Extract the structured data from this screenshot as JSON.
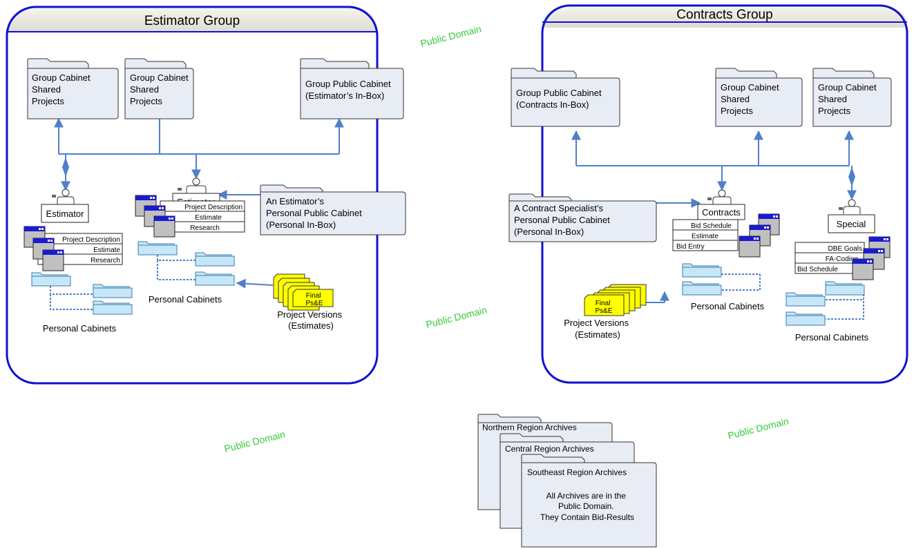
{
  "estimator_group": {
    "title": "Estimator Group",
    "cabinet_1": [
      "Group Cabinet",
      "Shared",
      "Projects"
    ],
    "cabinet_2": [
      "Group Cabinet",
      "Shared",
      "Projects"
    ],
    "public_cabinet": [
      "Group Public Cabinet",
      "(Estimator’s  In-Box)"
    ],
    "person_1": "Estimator",
    "person_2": "Estimator",
    "callout": [
      "An Estimator’s",
      "Personal Public Cabinet",
      "(Personal In-Box)"
    ],
    "windows_1": [
      "Project Description",
      "Estimate",
      "Research"
    ],
    "windows_2": [
      "Project Description",
      "Estimate",
      "Research"
    ],
    "personal_cabinets_left": "Personal Cabinets",
    "personal_cabinets_right": "Personal Cabinets",
    "versions_doc": [
      "Final",
      "Ps&E"
    ],
    "versions_label": [
      "Project Versions",
      "(Estimates)"
    ]
  },
  "contracts_group": {
    "title": "Contracts Group",
    "public_cabinet": [
      "Group Public Cabinet",
      "(Contracts In-Box)"
    ],
    "cabinet_1": [
      "Group Cabinet",
      "Shared",
      "Projects"
    ],
    "cabinet_2": [
      "Group Cabinet",
      "Shared",
      "Projects"
    ],
    "callout": [
      "A Contract Specialist’s",
      "Personal Public Cabinet",
      "(Personal In-Box)"
    ],
    "person_1": "Contracts",
    "person_2": "Special",
    "windows_1": [
      "Bid Schedule",
      "Estimate",
      "Bid Entry"
    ],
    "windows_2": [
      "DBE Goals",
      "FA-Coding",
      "Bid Schedule"
    ],
    "personal_cabinets_left": "Personal Cabinets",
    "personal_cabinets_right": "Personal Cabinets",
    "versions_doc": [
      "Final",
      "Ps&E"
    ],
    "versions_label": [
      "Project Versions",
      "(Estimates)"
    ]
  },
  "public_domain": [
    "Public Domain",
    "Public Domain",
    "Public Domain",
    "Public Domain"
  ],
  "archives": {
    "northern": "Northern Region Archives",
    "central": "Central Region Archives",
    "southeast": "Southeast Region Archives",
    "note": [
      "All Archives are in the",
      "Public Domain.",
      "They Contain Bid-Results"
    ]
  },
  "colors": {
    "group_border": "#1010d0",
    "arrow": "#4f7fc8",
    "folder_fill": "#e8ecf4",
    "small_cabinet": "#c5e7f8",
    "doc_fill": "#ffff00",
    "public_domain_text": "#33cc33"
  }
}
